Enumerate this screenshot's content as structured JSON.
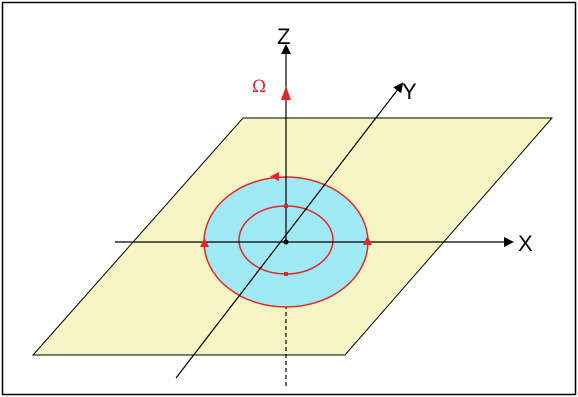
{
  "diagram": {
    "axes": {
      "x_label": "X",
      "y_label": "Y",
      "z_label": "Z"
    },
    "rotation_label": "Ω",
    "colors": {
      "plane_fill": "#f8f5c4",
      "plane_stroke": "#000000",
      "disk_fill": "#9ee9f3",
      "circle_stroke": "#e02828",
      "axis": "#000000",
      "omega": "#e02828",
      "frame": "#000000"
    }
  }
}
